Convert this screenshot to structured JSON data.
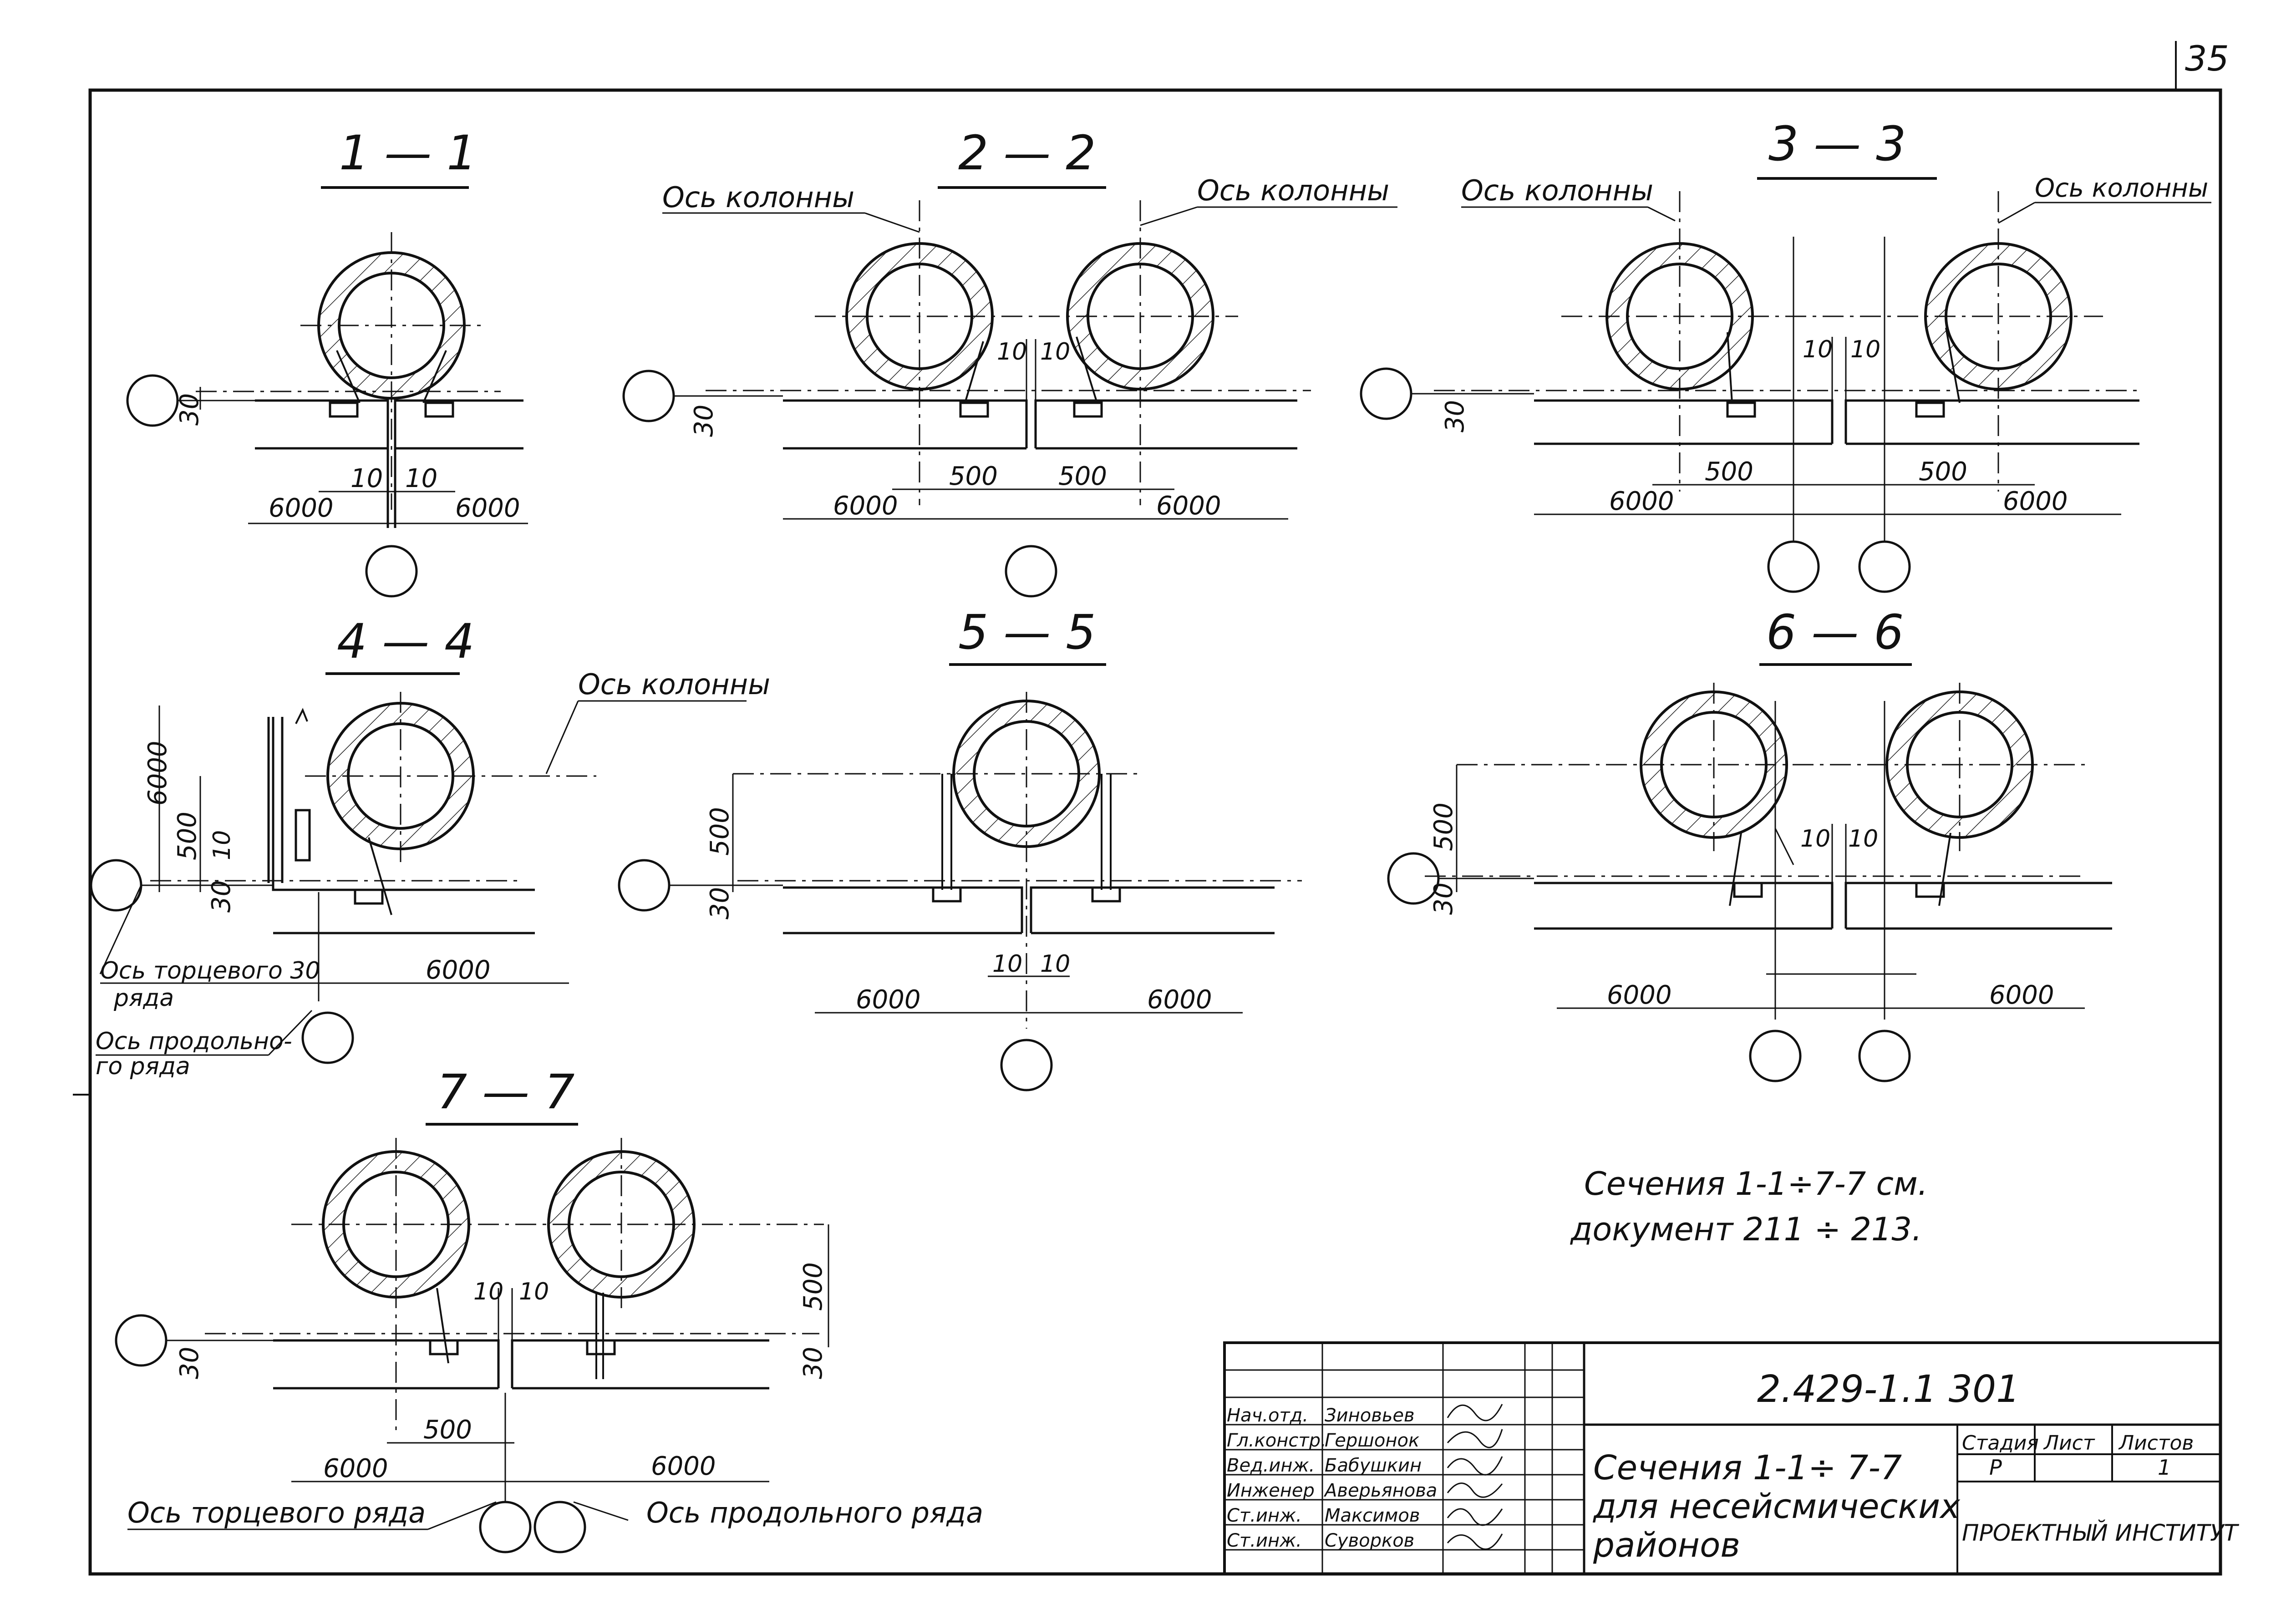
{
  "page_number": "35",
  "sections": {
    "s1": {
      "title": "1 — 1",
      "gap_left": "10",
      "gap_right": "10",
      "height": "30",
      "left_span": "6000",
      "right_span": "6000"
    },
    "s2": {
      "title": "2 — 2",
      "axis_left": "Ось колонны",
      "axis_right": "Ось колонны",
      "gap_left": "10",
      "gap_right": "10",
      "height": "30",
      "offset_left": "500",
      "offset_right": "500",
      "left_span": "6000",
      "right_span": "6000"
    },
    "s3": {
      "title": "3 — 3",
      "axis_left": "Ось колонны",
      "axis_right": "Ось колонны",
      "gap_left": "10",
      "gap_right": "10",
      "height": "30",
      "offset_left": "500",
      "offset_right": "500",
      "left_span": "6000",
      "right_span": "6000"
    },
    "s4": {
      "title": "4 — 4",
      "axis": "Ось колонны",
      "dim_6000": "6000",
      "dim_500": "500",
      "dim_10": "10",
      "height": "30",
      "end_row_axis": "Ось торцевого 30",
      "end_row_axis2": "ряда",
      "long_row_axis": "Ось продольно-",
      "long_row_axis2": "го ряда",
      "span": "6000"
    },
    "s5": {
      "title": "5 — 5",
      "height_500": "500",
      "height": "30",
      "gap_left": "10",
      "gap_right": "10",
      "left_span": "6000",
      "right_span": "6000"
    },
    "s6": {
      "title": "6 — 6",
      "height_500": "500",
      "height": "30",
      "gap_left": "10",
      "gap_right": "10",
      "left_span": "6000",
      "right_span": "6000"
    },
    "s7": {
      "title": "7 — 7",
      "height_500": "500",
      "height_left": "30",
      "height_right": "30",
      "gap_left": "10",
      "gap_right": "10",
      "offset": "500",
      "left_span": "6000",
      "right_span": "6000",
      "end_row_axis": "Ось торцевого ряда",
      "long_row_axis": "Ось продольного ряда"
    }
  },
  "note": {
    "line1": "Сечения 1-1÷7-7 см.",
    "line2": "документ 211 ÷ 213."
  },
  "title_block": {
    "doc_code": "2.429-1.1 301",
    "title_line1": "Сечения 1-1÷ 7-7",
    "title_line2": "для несейсмических",
    "title_line3": "районов",
    "stage_label": "Стадия",
    "sheet_label": "Лист",
    "sheets_label": "Листов",
    "stage": "Р",
    "sheets": "1",
    "institute": "ПРОЕКТНЫЙ ИНСТИТУТ",
    "staff": [
      {
        "role": "Нач.отд.",
        "name": "Зиновьев"
      },
      {
        "role": "Гл.констр.",
        "name": "Гершонок"
      },
      {
        "role": "Вед.инж.",
        "name": "Бабушкин"
      },
      {
        "role": "Инженер",
        "name": "Аверьянова"
      },
      {
        "role": "Ст.инж.",
        "name": "Максимов"
      },
      {
        "role": "Ст.инж.",
        "name": "Суворков"
      }
    ]
  }
}
